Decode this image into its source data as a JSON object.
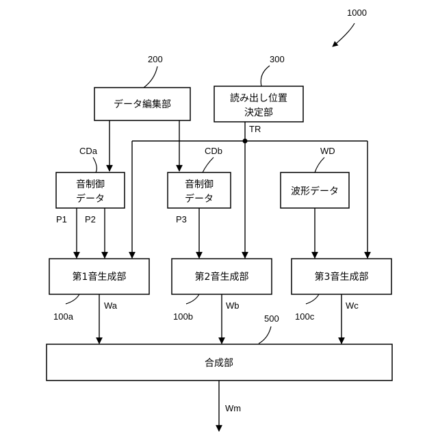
{
  "figure_ref": "1000",
  "blocks": {
    "data_editing": {
      "ref": "200",
      "label": "データ編集部"
    },
    "read_position": {
      "ref": "300",
      "label_line1": "読み出し位置",
      "label_line2": "決定部"
    },
    "control_data_a": {
      "label_line1": "音制御",
      "label_line2": "データ",
      "tag": "CDa"
    },
    "control_data_b": {
      "label_line1": "音制御",
      "label_line2": "データ",
      "tag": "CDb"
    },
    "waveform_data": {
      "label": "波形データ",
      "tag": "WD"
    },
    "gen1": {
      "label": "第1音生成部",
      "ref": "100a",
      "output": "Wa"
    },
    "gen2": {
      "label": "第2音生成部",
      "ref": "100b",
      "output": "Wb"
    },
    "gen3": {
      "label": "第3音生成部",
      "ref": "100c",
      "output": "Wc"
    },
    "synth": {
      "label": "合成部",
      "ref": "500",
      "output": "Wm"
    }
  },
  "signals": {
    "tr": "TR",
    "p1": "P1",
    "p2": "P2",
    "p3": "P3"
  }
}
